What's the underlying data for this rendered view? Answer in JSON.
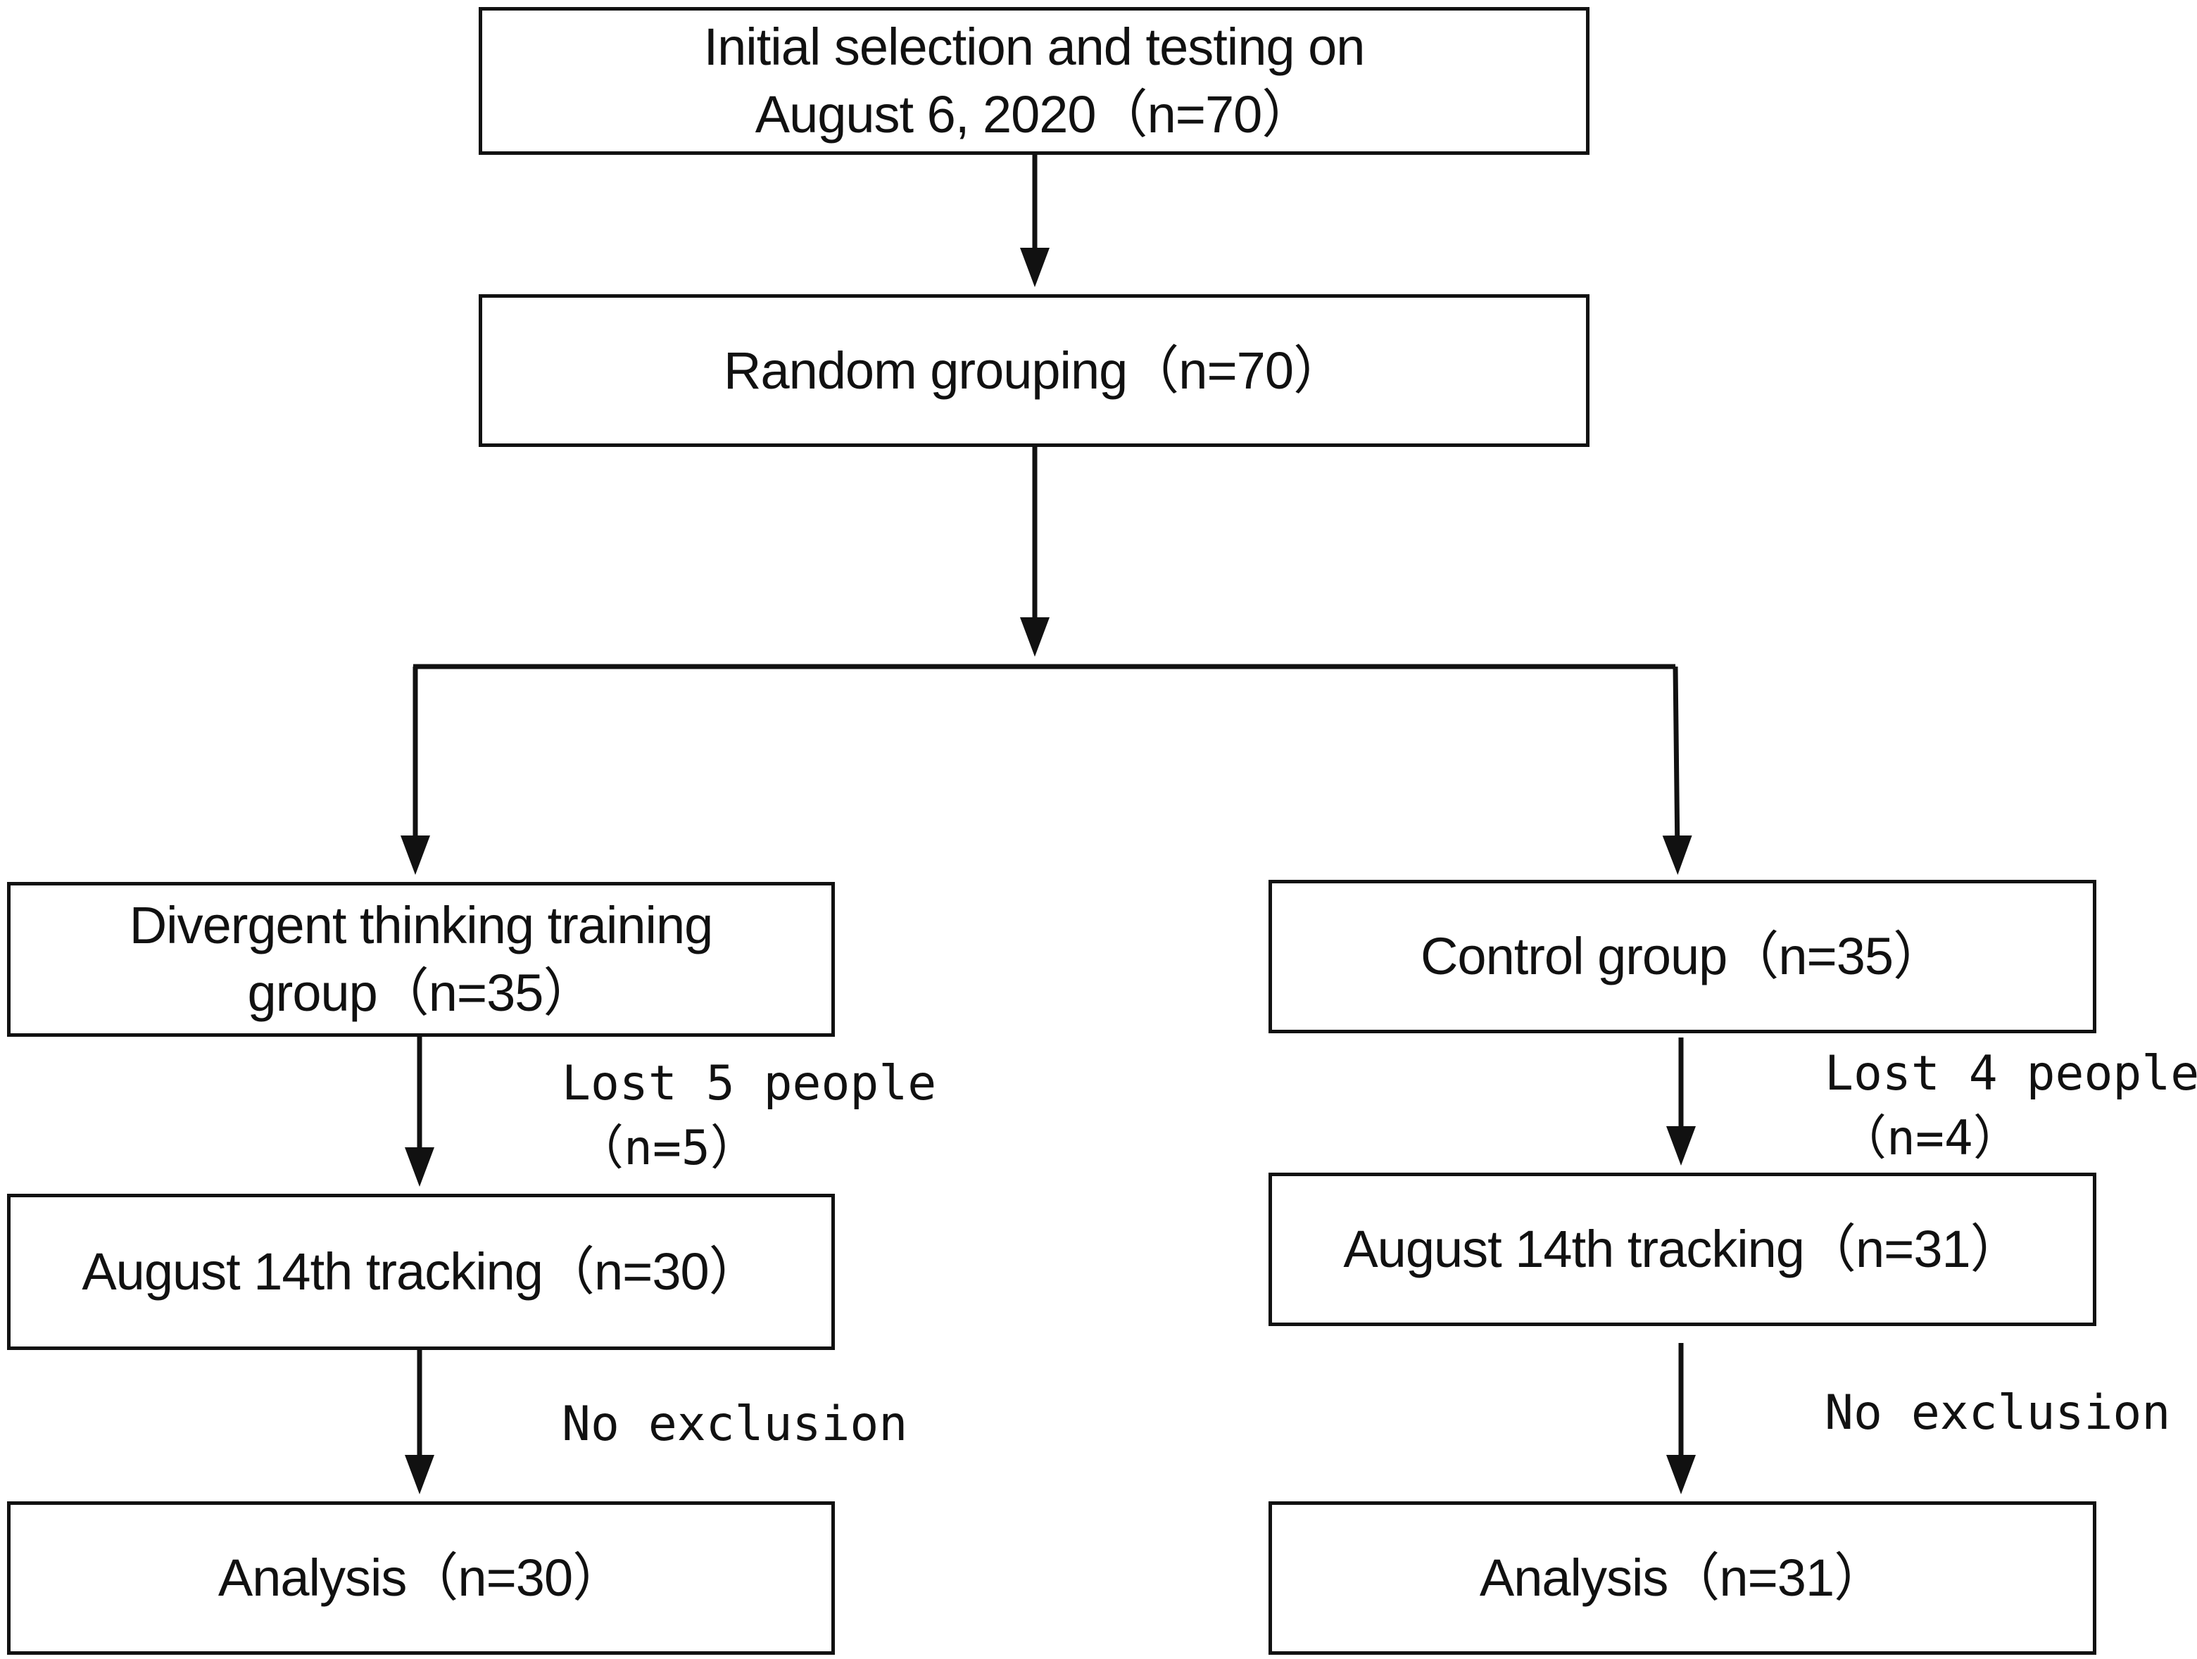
{
  "diagram": {
    "initial": {
      "line1": "Initial selection and testing on",
      "line2": "August 6, 2020（n=70）"
    },
    "random": {
      "label": "Random grouping（n=70）"
    },
    "left": {
      "group": {
        "line1": "Divergent thinking training",
        "line2": "group（n=35）"
      },
      "lost": {
        "line1": "Lost 5 people",
        "line2": "（n=5）"
      },
      "tracking": "August 14th tracking（n=30）",
      "exclusion": "No exclusion",
      "analysis": "Analysis（n=30）"
    },
    "right": {
      "group": "Control group（n=35）",
      "lost": {
        "line1": "Lost 4 people",
        "line2": "（n=4）"
      },
      "tracking": "August 14th tracking（n=31）",
      "exclusion": "No exclusion",
      "analysis": "Analysis（n=31）"
    }
  }
}
